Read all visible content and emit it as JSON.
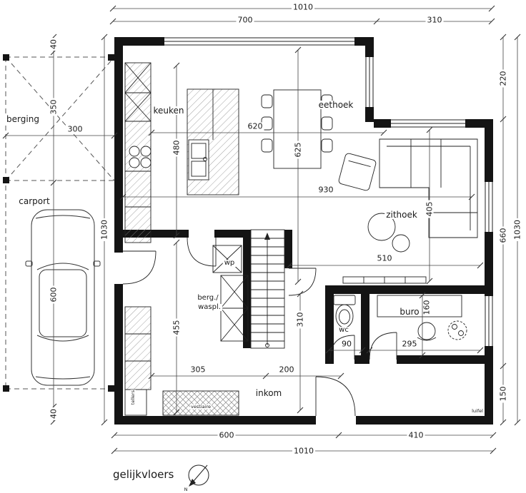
{
  "title": "gelijkvloers",
  "compass": {
    "north_label": "N"
  },
  "colors": {
    "wall": "#141414",
    "line": "#2b2b2b",
    "background": "#ffffff"
  },
  "rooms": {
    "berging": "berging",
    "carport": "carport",
    "keuken": "keuken",
    "eethoek": "eethoek",
    "zithoek": "zithoek",
    "wp": "wp",
    "berg_waspl_1": "berg./",
    "berg_waspl_2": "waspl.",
    "wc": "wc",
    "buro": "buro",
    "inkom": "inkom",
    "vestiaire": "vestiaire",
    "tellers": "tellers",
    "luifel": "luifel"
  },
  "dims": {
    "top_total": "1010",
    "top_left": "700",
    "top_right": "310",
    "left_40_top": "40",
    "left_350": "350",
    "left_600": "600",
    "left_40_bottom": "40",
    "left_1030": "1030",
    "carport_300": "300",
    "right_220": "220",
    "right_660": "660",
    "right_150": "150",
    "right_1030": "1030",
    "bottom_600": "600",
    "bottom_410": "410",
    "bottom_total": "1010",
    "kitchen_620": "620",
    "kitchen_480": "480",
    "dining_625": "625",
    "living_930": "930",
    "living_405": "405",
    "living_510": "510",
    "laundry_455": "455",
    "hall_310": "310",
    "hall_305": "305",
    "hall_200": "200",
    "wc_90": "90",
    "buro_295": "295",
    "buro_160": "160"
  }
}
